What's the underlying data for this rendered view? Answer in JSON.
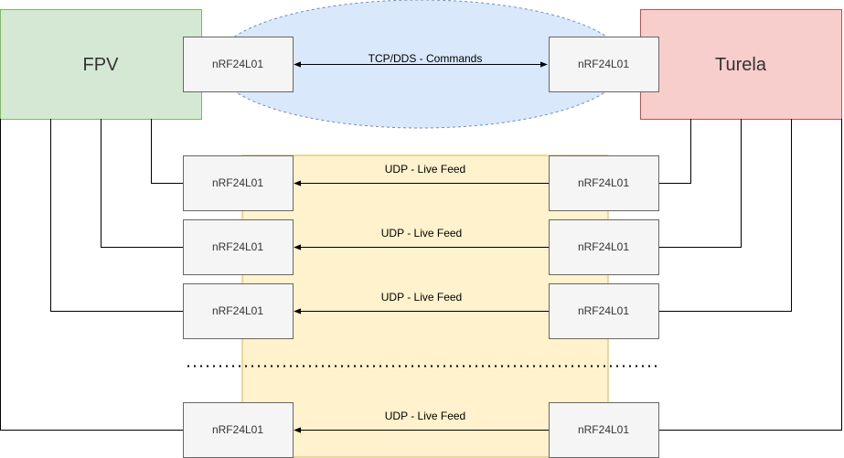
{
  "nodes": {
    "fpv": "FPV",
    "turela": "Turela"
  },
  "module_label": "nRF24L01",
  "links": {
    "command": "TCP/DDS - Commands",
    "feeds": [
      "UDP - Live Feed",
      "UDP - Live Feed",
      "UDP - Live Feed",
      "UDP - Live Feed"
    ]
  },
  "colors": {
    "fpv_fill": "#d5e8d4",
    "fpv_stroke": "#82b366",
    "turela_fill": "#f8cecc",
    "turela_stroke": "#b85450",
    "command_zone_fill": "#dae8fc",
    "command_zone_stroke": "#6c8ebf",
    "feed_zone_fill": "#fff2cc",
    "feed_zone_stroke": "#d6b656",
    "module_fill": "#f5f5f5",
    "module_stroke": "#666666"
  }
}
